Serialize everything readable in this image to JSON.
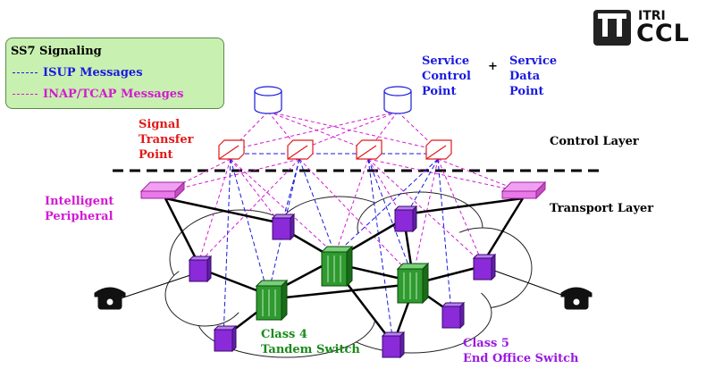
{
  "legend": {
    "title": "SS7 Signaling",
    "isup": "ISUP Messages",
    "inap": "INAP/TCAP Messages",
    "isup_color": "#1a1ae0",
    "inap_color": "#d21ad2"
  },
  "logo": {
    "top": "ITRI",
    "main": "CCL"
  },
  "labels": {
    "scp": [
      "Service",
      "Control",
      "Point"
    ],
    "plus": "+",
    "sdp": [
      "Service",
      "Data",
      "Point"
    ],
    "stp": [
      "Signal",
      "Transfer",
      "Point"
    ],
    "control_layer": "Control Layer",
    "transport_layer": "Transport Layer",
    "ip": [
      "Intelligent",
      "Peripheral"
    ],
    "class4": [
      "Class 4",
      "Tandem Switch"
    ],
    "class5": [
      "Class 5",
      "End Office Switch"
    ]
  },
  "colors": {
    "stp": "#e01a1a",
    "tandem": "#2f9a2f",
    "endoffice": "#8a2ad8",
    "ip": "#e040e0",
    "cloud": "#222222"
  }
}
